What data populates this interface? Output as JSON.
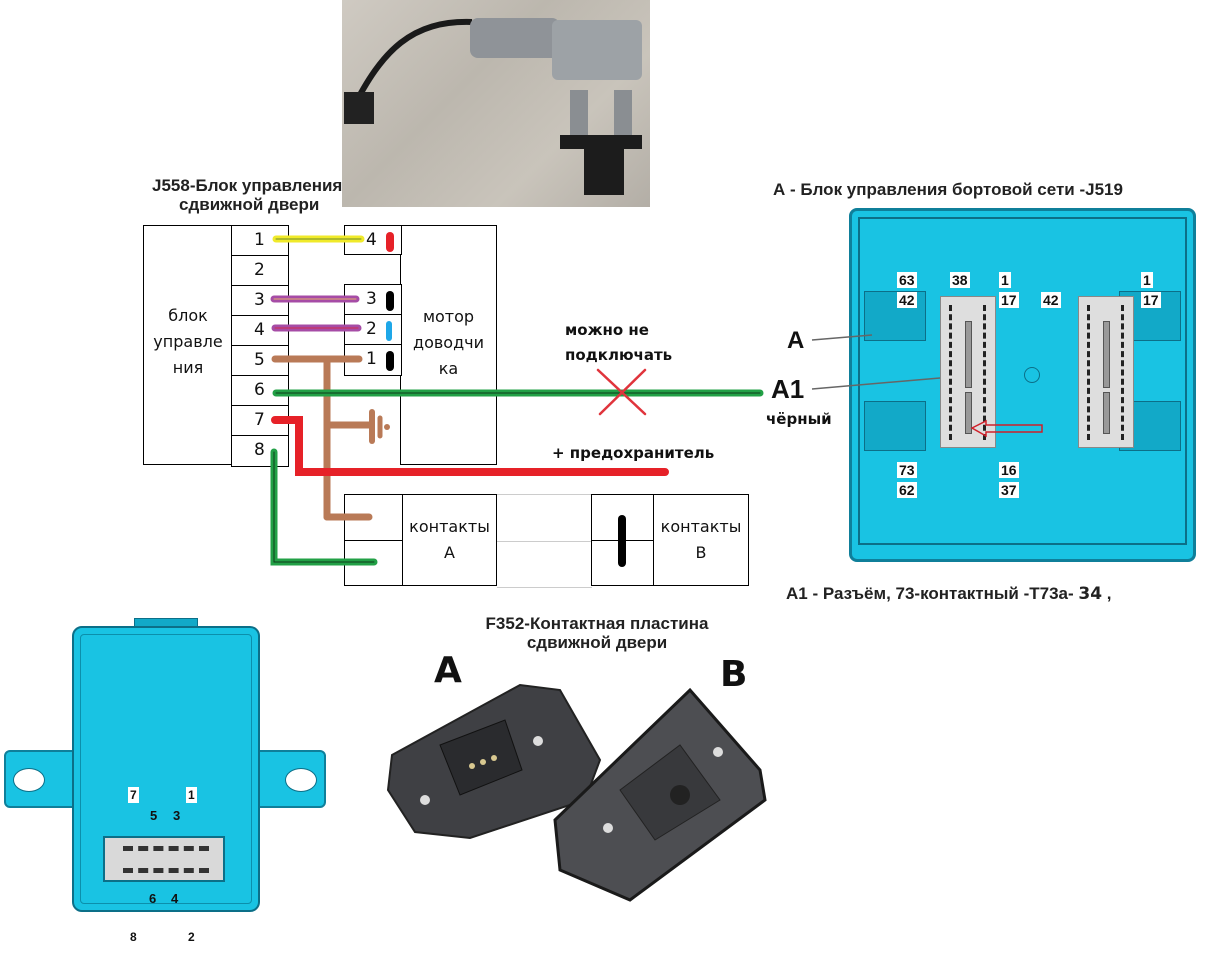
{
  "motor_photo": {
    "alt": "door closer motor photo"
  },
  "j558": {
    "title_line1": "J558-Блок управления",
    "title_line2": "сдвижной двери",
    "block_label": [
      "блок",
      "управле",
      "ния"
    ],
    "pins": [
      "1",
      "2",
      "3",
      "4",
      "5",
      "6",
      "7",
      "8"
    ]
  },
  "motor": {
    "label": [
      "мотор",
      "доводчи",
      "ка"
    ],
    "pins": [
      {
        "num": "4",
        "marker_color": "#e62128"
      },
      {
        "num": "3",
        "marker_color": "#000000"
      },
      {
        "num": "2",
        "marker_color": "#1ea7e8"
      },
      {
        "num": "1",
        "marker_color": "#000000"
      }
    ]
  },
  "wires": [
    {
      "from_pin": "1",
      "to": "motor 4",
      "color": "#f0ea2a"
    },
    {
      "from_pin": "3",
      "to": "motor 3",
      "color": "#a64ca6"
    },
    {
      "from_pin": "4",
      "to": "motor 2",
      "color": "#a64ca6"
    },
    {
      "from_pin": "5",
      "to": "motor 1, ground, contacts A",
      "color": "#b97a57"
    },
    {
      "from_pin": "6",
      "to": "A1 J519",
      "color": "#22a046"
    },
    {
      "from_pin": "7",
      "to": "+ fuse",
      "color": "#e62128"
    },
    {
      "from_pin": "8",
      "to": "contacts A",
      "color": "#22a046"
    }
  ],
  "notes": {
    "optional_line1": "можно не",
    "optional_line2": "подключать",
    "fuse": "+ предохранитель"
  },
  "contacts": {
    "a_label": "контакты",
    "a_letter": "А",
    "b_label": "контакты",
    "b_letter": "В"
  },
  "j519": {
    "title": "А - Блок управления бортовой сети -J519",
    "callout_a": "А",
    "callout_a1": "А1",
    "a1_color": "чёрный",
    "connector_a_pins": [
      "63",
      "38",
      "1",
      "42",
      "17",
      "73",
      "16",
      "62",
      "37"
    ],
    "connector_b_pins": [
      "1",
      "42",
      "17"
    ],
    "caption_prefix": "А1 - Разъём, 73-контактный -Т73а- ",
    "caption_pin": "34",
    "caption_suffix": " ,"
  },
  "j558_connector": {
    "top_boxed": [
      "7",
      "1"
    ],
    "top_plain": [
      "5",
      "3"
    ],
    "bottom_plain": [
      "6",
      "4"
    ],
    "bottom_pins": [
      "8",
      "2"
    ]
  },
  "f352": {
    "title_line1": "F352-Контактная пластина",
    "title_line2": "сдвижной двери",
    "plate_a": "А",
    "plate_b": "В"
  },
  "colors": {
    "module_blue": "#19c3e3",
    "module_dark": "#0f9fc0",
    "connector_gray": "#d9d9d9",
    "plate_dark": "#3a3a3c"
  }
}
